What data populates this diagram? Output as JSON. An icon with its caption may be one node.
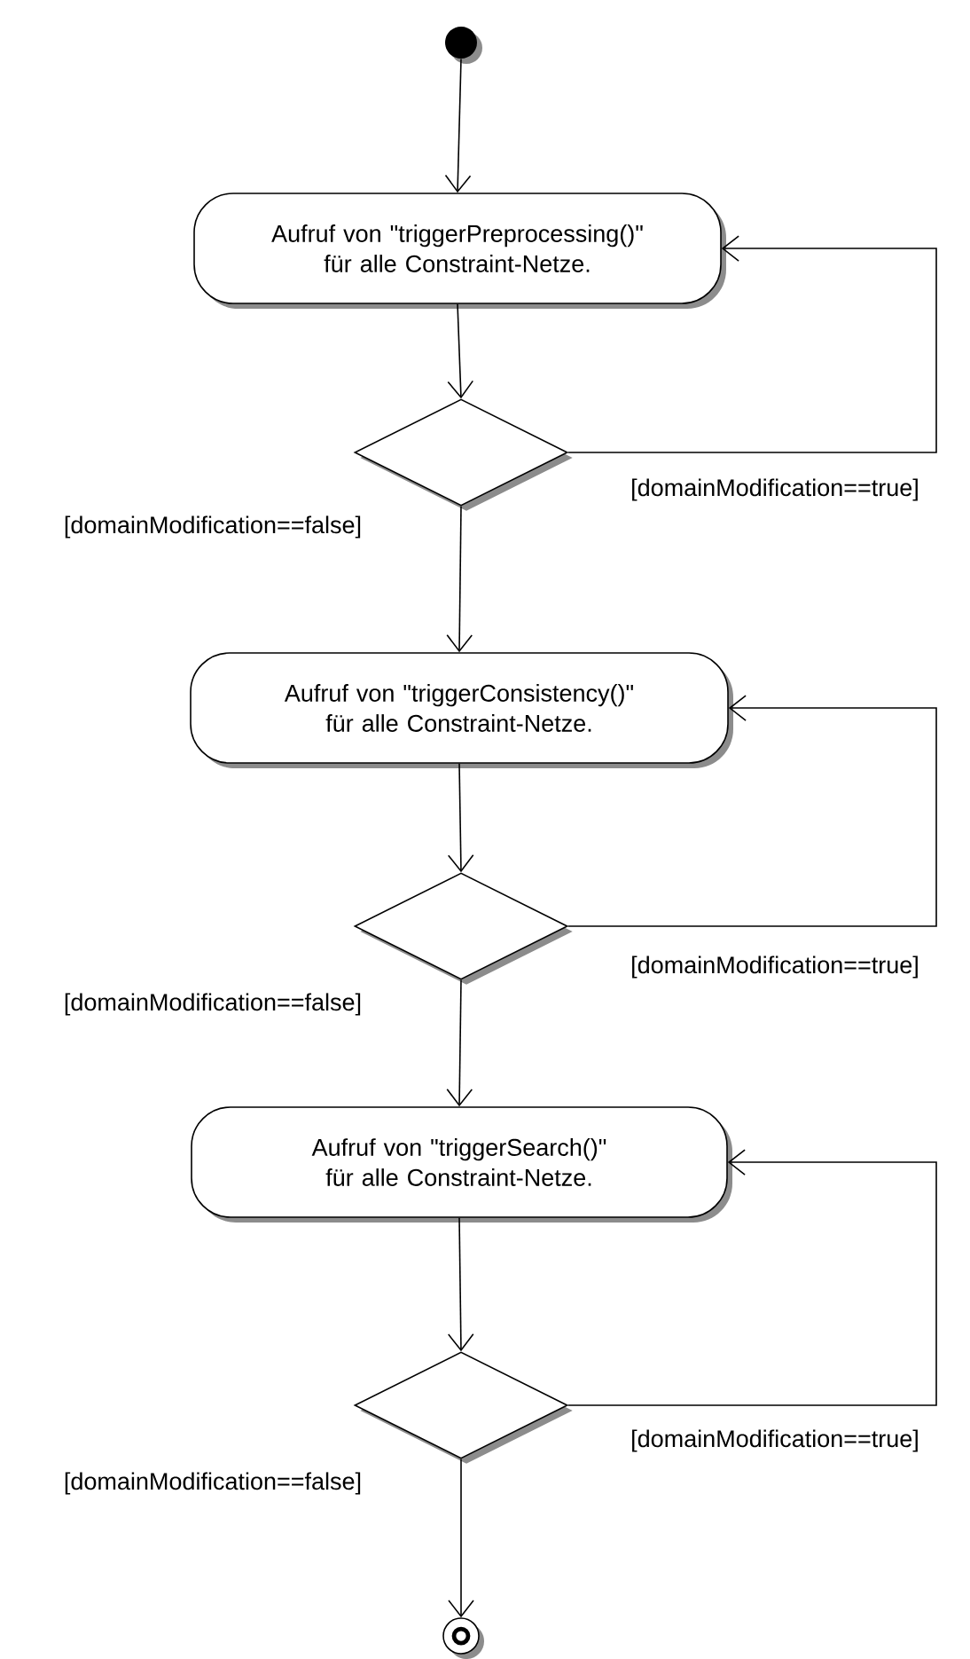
{
  "diagram": {
    "nodes": [
      {
        "text": [],
        "shape": "circle"
      },
      {
        "text": [
          "Aufruf von \"triggerPreprocessing()\" für alle Constraint-Netze."
        ]
      },
      {
        "text": [],
        "shape": "diamond"
      },
      {
        "text": [
          "Aufruf von \"triggerConsistency()\" für alle Constraint-Netze."
        ]
      },
      {
        "text": [],
        "shape": "diamond"
      },
      {
        "text": [
          "Aufruf von \"triggerSearch()\" für alle Constraint-Netze."
        ]
      },
      {
        "text": [],
        "shape": "diamond"
      },
      {
        "text": [],
        "shape": "bullseye"
      }
    ],
    "edges": [
      {
        "from": 0,
        "to": 1,
        "arrow": "to"
      },
      {
        "from": 1,
        "to": 2,
        "arrow": "to"
      },
      {
        "from": 2,
        "to": 1,
        "arrow": "to",
        "label": "[domainModification==true]"
      },
      {
        "from": 2,
        "to": 3,
        "arrow": "to",
        "label": "[domainModification==false]"
      },
      {
        "from": 3,
        "to": 4,
        "arrow": "to"
      },
      {
        "from": 4,
        "to": 3,
        "arrow": "to",
        "label": "[domainModification==true]"
      },
      {
        "from": 4,
        "to": 5,
        "arrow": "to",
        "label": "[domainModification==false]"
      },
      {
        "from": 5,
        "to": 6,
        "arrow": "to"
      },
      {
        "from": 6,
        "to": 5,
        "arrow": "to",
        "label": "[domainModification==true]"
      },
      {
        "from": 6,
        "to": 7,
        "arrow": "to",
        "label": "[domainModification==false]"
      }
    ]
  }
}
